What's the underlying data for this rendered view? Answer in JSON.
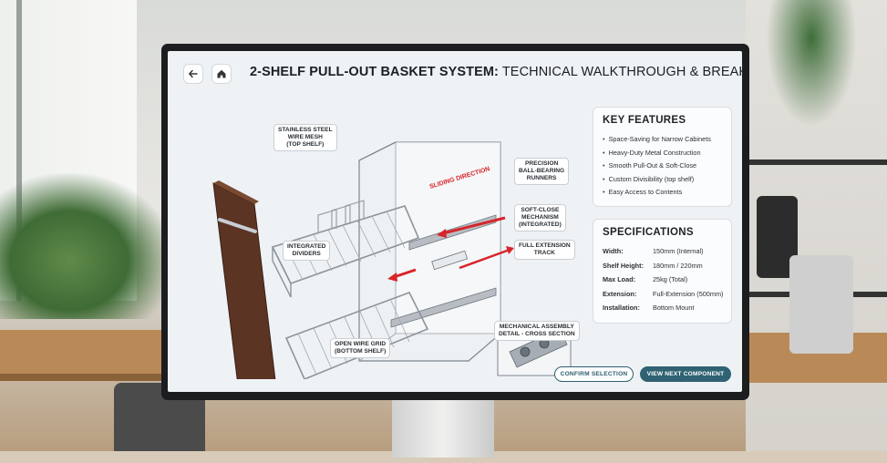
{
  "header": {
    "back_icon": "arrow-left-icon",
    "home_icon": "home-icon",
    "title_bold": "2-SHELF PULL-OUT BASKET SYSTEM:",
    "title_rest": " TECHNICAL WALKTHROUGH & BREAKDOWN"
  },
  "diagram": {
    "callouts": {
      "top_mesh": "STAINLESS STEEL\nWIRE MESH\n(TOP SHELF)",
      "runners": "PRECISION\nBALL-BEARING\nRUNNERS",
      "soft_close": "SOFT-CLOSE\nMECHANISM\n(INTEGRATED)",
      "full_ext": "FULL EXTENSION\nTRACK",
      "dividers": "INTEGRATED\nDIVIDERS",
      "mech_detail": "MECHANICAL ASSEMBLY\nDETAIL - CROSS SECTION",
      "bottom_grid": "OPEN WIRE GRID\n(BOTTOM SHELF)"
    },
    "sliding_label": "SLIDING DIRECTION",
    "colors": {
      "arrow": "#d8242a",
      "wood": "#5b3424",
      "cabinet": "#e9ecef",
      "steel": "#8d949b"
    }
  },
  "features": {
    "title": "KEY FEATURES",
    "items": [
      "Space-Saving for Narrow Cabinets",
      "Heavy-Duty Metal Construction",
      "Smooth Pull-Out & Soft-Close",
      "Custom Divisibility (top shelf)",
      "Easy Access to Contents"
    ]
  },
  "specs": {
    "title": "SPECIFICATIONS",
    "rows": [
      {
        "label": "Width:",
        "value": "150mm (Internal)"
      },
      {
        "label": "Shelf Height:",
        "value": "180mm / 220mm"
      },
      {
        "label": "Max Load:",
        "value": "25kg (Total)"
      },
      {
        "label": "Extension:",
        "value": "Full-Extension (500mm)"
      },
      {
        "label": "Installation:",
        "value": "Bottom Mount"
      }
    ]
  },
  "actions": {
    "confirm_label": "CONFIRM SELECTION",
    "next_label": "VIEW NEXT COMPONENT"
  }
}
